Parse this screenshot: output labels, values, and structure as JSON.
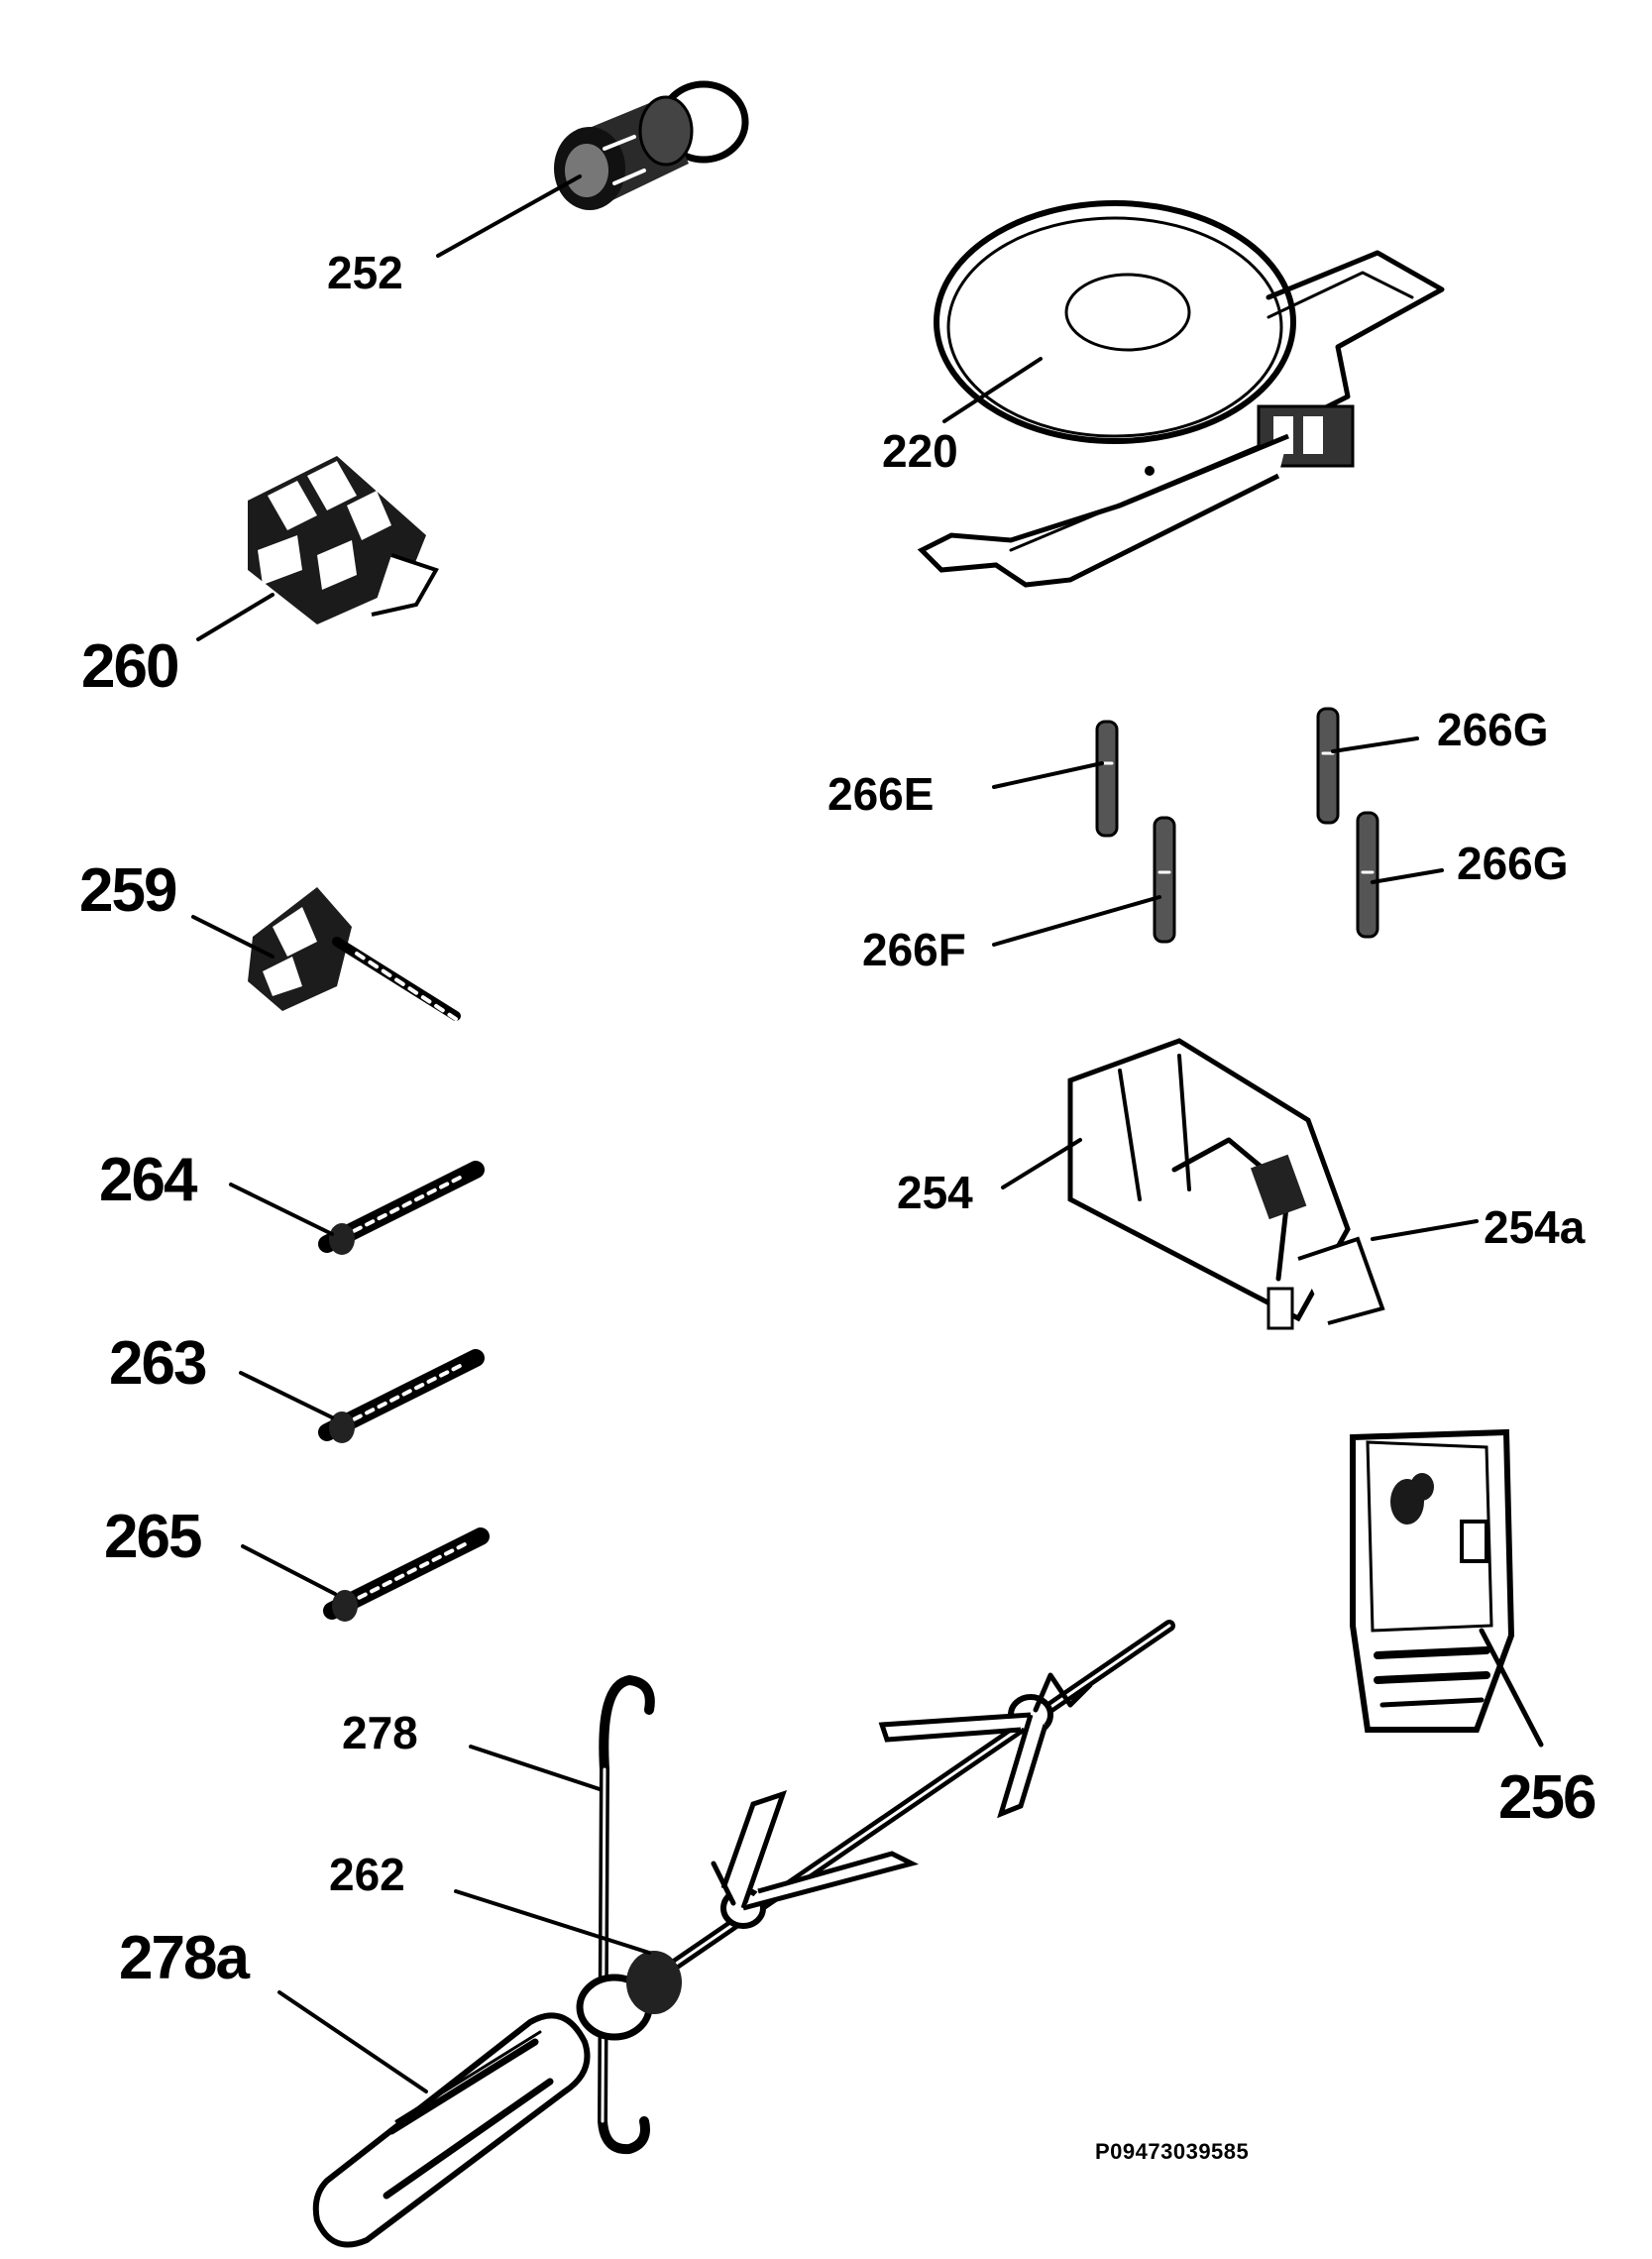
{
  "diagram": {
    "parts": [
      {
        "id": "p252",
        "label": "252"
      },
      {
        "id": "p220",
        "label": "220"
      },
      {
        "id": "p260",
        "label": "260"
      },
      {
        "id": "p266e",
        "label": "266E"
      },
      {
        "id": "p266g1",
        "label": "266G"
      },
      {
        "id": "p266g2",
        "label": "266G"
      },
      {
        "id": "p266f",
        "label": "266F"
      },
      {
        "id": "p259",
        "label": "259"
      },
      {
        "id": "p264",
        "label": "264"
      },
      {
        "id": "p254",
        "label": "254"
      },
      {
        "id": "p254a",
        "label": "254a"
      },
      {
        "id": "p263",
        "label": "263"
      },
      {
        "id": "p265",
        "label": "265"
      },
      {
        "id": "p256",
        "label": "256"
      },
      {
        "id": "p278",
        "label": "278"
      },
      {
        "id": "p262",
        "label": "262"
      },
      {
        "id": "p278a",
        "label": "278a"
      }
    ],
    "drawing_code": "P09473039585"
  }
}
